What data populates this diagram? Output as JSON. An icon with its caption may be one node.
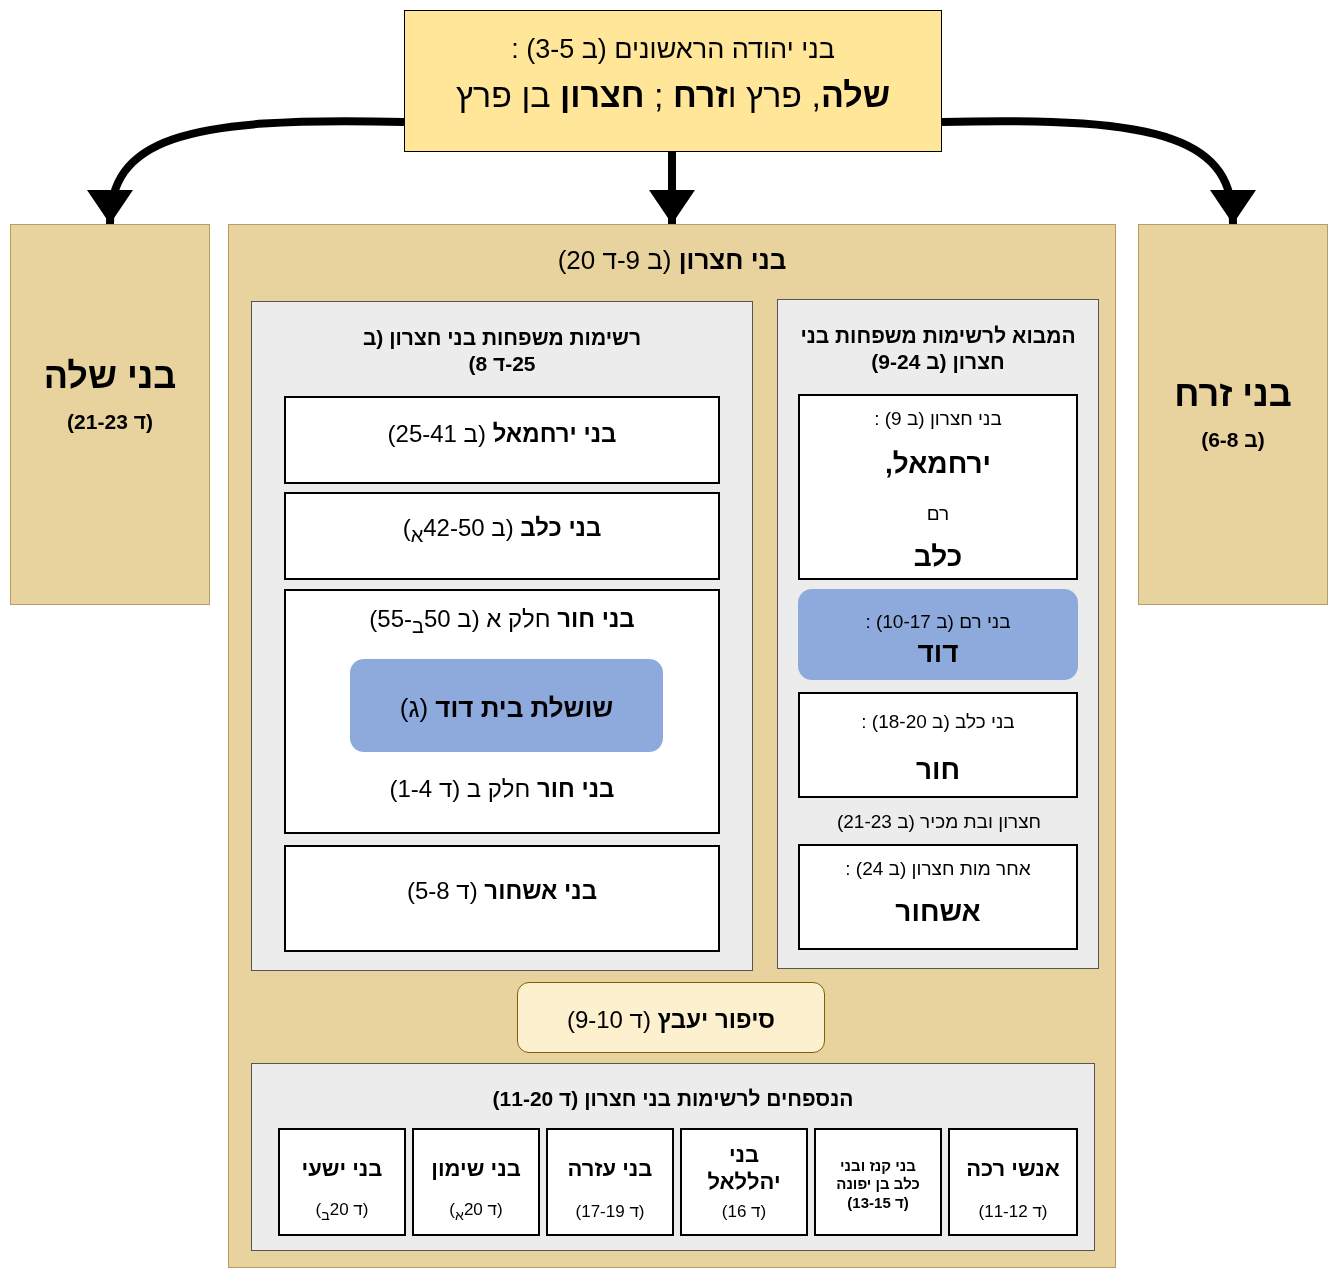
{
  "diagram": {
    "nodes": [
      {
        "text": [
          "בני יהודה הראשונים (ב 3-5) :",
          "**שלה**, פרץ ו**זרח** ; **חצרון** בן פרץ"
        ]
      },
      {
        "text": [
          "בני שלה",
          "(ד 21-23)"
        ]
      },
      {
        "text": [
          "**בני חצרון** (ב 9-ד 20)"
        ]
      },
      {
        "text": [
          "בני זרח",
          "(ב 6-8)"
        ]
      },
      {
        "text": [
          "רשימות משפחות בני חצרון (ב 25-ד 8)"
        ],
        "in": 2
      },
      {
        "text": [
          "**בני ירחמאל** (ב 25-41)"
        ],
        "in": 4
      },
      {
        "text": [
          "**בני כלב** (ב 42-50$_{א}$)"
        ],
        "in": 4
      },
      {
        "text": [
          "**בני חור** חלק א (ב 50$_{ב}$-55)",
          "**בני חור** חלק ב (ד 1-4)"
        ],
        "in": 4
      },
      {
        "text": [
          "**שושלת בית דוד** (ג)"
        ],
        "in": 7
      },
      {
        "text": [
          "**בני אשחור** (ד 5-8)"
        ],
        "in": 4
      },
      {
        "text": [
          "המבוא לרשימות משפחות בני חצרון (ב 9-24)"
        ],
        "in": 2
      },
      {
        "text": [
          "בני חצרון (ב 9) :",
          "ירחמאל,",
          "רם",
          "כלב"
        ],
        "in": 10
      },
      {
        "text": [
          "בני רם (ב 10-17) :",
          "דוד"
        ],
        "in": 10
      },
      {
        "text": [
          "בני כלב (ב 18-20) :",
          "חור"
        ],
        "in": 10
      },
      {
        "text": [
          "אחר מות חצרון (ב 24) :",
          "אשחור"
        ],
        "in": 10
      },
      {
        "text": [
          "**סיפור יעבץ** (ד 9-10)"
        ],
        "in": 2
      },
      {
        "text": [
          "הנספחים לרשימות בני חצרון (ד 11-20)"
        ],
        "in": 2
      },
      {
        "text": [
          "אנשי רכה",
          "(ד 11-12)"
        ],
        "in": 16
      },
      {
        "text": [
          "בני קנז ובני כלב בן יפונה (ד 13-15)"
        ],
        "in": 16
      },
      {
        "text": [
          "בני יהללאל",
          "(ד 16)"
        ],
        "in": 16
      },
      {
        "text": [
          "בני עזרה",
          "(ד 17-19)"
        ],
        "in": 16
      },
      {
        "text": [
          "בני שימון",
          "(ד 20$_{א}$)"
        ],
        "in": 16
      },
      {
        "text": [
          "בני ישעי",
          "(ד 20$_{ב}$)"
        ],
        "in": 16
      }
    ],
    "edges": [
      {
        "from": 0,
        "to": 1,
        "arrow": "to"
      },
      {
        "from": 0,
        "to": 2,
        "arrow": "to"
      },
      {
        "from": 0,
        "to": 3,
        "arrow": "to"
      }
    ],
    "labels": [
      "חצרון ובת מכיר (ב 21-23)"
    ]
  }
}
